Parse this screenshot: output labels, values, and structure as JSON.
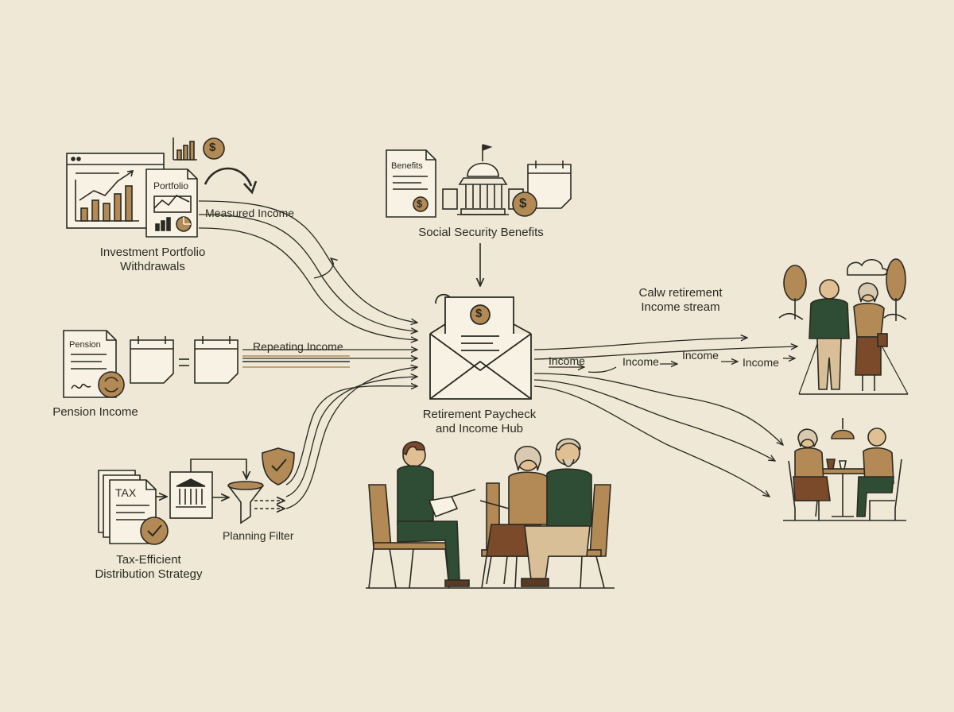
{
  "colors": {
    "background": "#efe8d6",
    "ink": "#2a2a22",
    "accent_tan": "#b38a55",
    "accent_green": "#2e4d34",
    "accent_brown": "#7a4a2a",
    "paper": "#f7f2e4"
  },
  "labels": {
    "investment": "Investment Portfolio\nWithdrawals",
    "measured": "Measured Income",
    "portfolio_doc": "Portfolio",
    "social_security": "Social Security Benefits",
    "benefits_doc": "Benefits",
    "pension": "Pension Income",
    "pension_doc": "Pension",
    "repeating": "Repeating Income",
    "tax_strategy": "Tax-Efficient\nDistribution Strategy",
    "tax_doc": "TAX",
    "planning_filter": "Planning Filter",
    "hub": "Retirement Paycheck\nand Income Hub",
    "calm_stream": "Calw retirement\nIncome stream",
    "income_1": "Income",
    "income_2": "Income",
    "income_3": "Income",
    "income_4": "Income"
  },
  "icons": [
    "bar-chart-icon",
    "dollar-coin-icon",
    "curved-arrow-icon",
    "pie-chart-icon",
    "capitol-building-icon",
    "calendar-icon",
    "signature-icon",
    "refresh-icon",
    "bank-icon",
    "check-badge-icon",
    "shield-check-icon",
    "funnel-icon",
    "envelope-icon",
    "tree-icon",
    "cloud-icon",
    "pendant-lamp-icon"
  ]
}
